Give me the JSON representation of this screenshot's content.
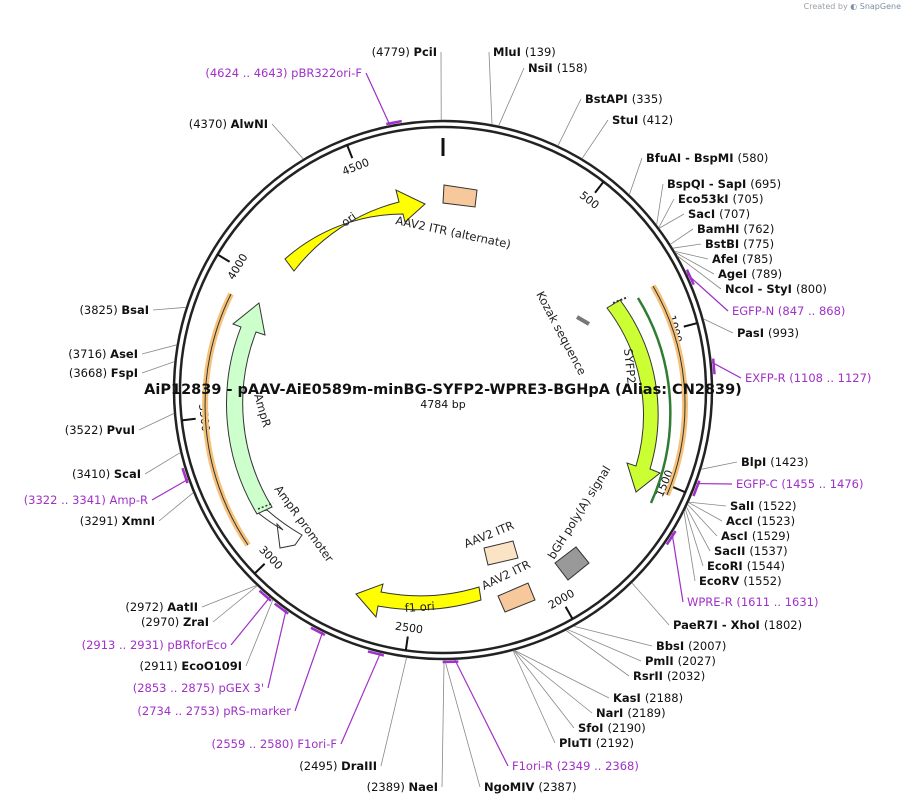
{
  "credit": {
    "prefix": "Created by",
    "brand": "SnapGene"
  },
  "plasmid": {
    "name": "AiP12839 - pAAV-AiE0589m-minBG-SYFP2-WPRE3-BGHpA (Alias: CN2839)",
    "length_label": "4784 bp",
    "length": 4784
  },
  "ruler_ticks": [
    "500",
    "1000",
    "1500",
    "2000",
    "2500",
    "3000",
    "3500",
    "4000",
    "4500"
  ],
  "enzymes": [
    {
      "name": "PciI",
      "pos": 4779,
      "pos_label": "(4779)"
    },
    {
      "name": "MluI",
      "pos": 139,
      "pos_label": "(139)"
    },
    {
      "name": "NsiI",
      "pos": 158,
      "pos_label": "(158)"
    },
    {
      "name": "BstAPI",
      "pos": 335,
      "pos_label": "(335)"
    },
    {
      "name": "StuI",
      "pos": 412,
      "pos_label": "(412)"
    },
    {
      "name": "BfuAI  -  BspMI",
      "pos": 580,
      "pos_label": "(580)"
    },
    {
      "name": "BspQI  -  SapI",
      "pos": 695,
      "pos_label": "(695)"
    },
    {
      "name": "Eco53kI",
      "pos": 705,
      "pos_label": "(705)"
    },
    {
      "name": "SacI",
      "pos": 707,
      "pos_label": "(707)"
    },
    {
      "name": "BamHI",
      "pos": 762,
      "pos_label": "(762)"
    },
    {
      "name": "BstBI",
      "pos": 775,
      "pos_label": "(775)"
    },
    {
      "name": "AfeI",
      "pos": 785,
      "pos_label": "(785)"
    },
    {
      "name": "AgeI",
      "pos": 789,
      "pos_label": "(789)"
    },
    {
      "name": "NcoI  -  StyI",
      "pos": 800,
      "pos_label": "(800)"
    },
    {
      "name": "PasI",
      "pos": 993,
      "pos_label": "(993)"
    },
    {
      "name": "BlpI",
      "pos": 1423,
      "pos_label": "(1423)"
    },
    {
      "name": "SalI",
      "pos": 1522,
      "pos_label": "(1522)"
    },
    {
      "name": "AccI",
      "pos": 1523,
      "pos_label": "(1523)"
    },
    {
      "name": "AscI",
      "pos": 1529,
      "pos_label": "(1529)"
    },
    {
      "name": "SacII",
      "pos": 1537,
      "pos_label": "(1537)"
    },
    {
      "name": "EcoRI",
      "pos": 1544,
      "pos_label": "(1544)"
    },
    {
      "name": "EcoRV",
      "pos": 1552,
      "pos_label": "(1552)"
    },
    {
      "name": "PaeR7I  -  XhoI",
      "pos": 1802,
      "pos_label": "(1802)"
    },
    {
      "name": "BbsI",
      "pos": 2007,
      "pos_label": "(2007)"
    },
    {
      "name": "PmlI",
      "pos": 2027,
      "pos_label": "(2027)"
    },
    {
      "name": "RsrII",
      "pos": 2032,
      "pos_label": "(2032)"
    },
    {
      "name": "KasI",
      "pos": 2188,
      "pos_label": "(2188)"
    },
    {
      "name": "NarI",
      "pos": 2189,
      "pos_label": "(2189)"
    },
    {
      "name": "SfoI",
      "pos": 2190,
      "pos_label": "(2190)"
    },
    {
      "name": "PluTI",
      "pos": 2192,
      "pos_label": "(2192)"
    },
    {
      "name": "NgoMIV",
      "pos": 2387,
      "pos_label": "(2387)"
    },
    {
      "name": "NaeI",
      "pos": 2389,
      "pos_label": "(2389)"
    },
    {
      "name": "DraIII",
      "pos": 2495,
      "pos_label": "(2495)"
    },
    {
      "name": "EcoO109I",
      "pos": 2911,
      "pos_label": "(2911)"
    },
    {
      "name": "ZraI",
      "pos": 2970,
      "pos_label": "(2970)"
    },
    {
      "name": "AatII",
      "pos": 2972,
      "pos_label": "(2972)"
    },
    {
      "name": "XmnI",
      "pos": 3291,
      "pos_label": "(3291)"
    },
    {
      "name": "ScaI",
      "pos": 3410,
      "pos_label": "(3410)"
    },
    {
      "name": "PvuI",
      "pos": 3522,
      "pos_label": "(3522)"
    },
    {
      "name": "FspI",
      "pos": 3668,
      "pos_label": "(3668)"
    },
    {
      "name": "AseI",
      "pos": 3716,
      "pos_label": "(3716)"
    },
    {
      "name": "BsaI",
      "pos": 3825,
      "pos_label": "(3825)"
    },
    {
      "name": "AlwNI",
      "pos": 4370,
      "pos_label": "(4370)"
    }
  ],
  "primers": [
    {
      "name": "pBR322ori-F",
      "range_label": "(4624 .. 4643)",
      "start": 4624,
      "end": 4643
    },
    {
      "name": "EGFP-N",
      "range_label": "(847 .. 868)",
      "start": 847,
      "end": 868
    },
    {
      "name": "EXFP-R",
      "range_label": "(1108 .. 1127)",
      "start": 1108,
      "end": 1127
    },
    {
      "name": "EGFP-C",
      "range_label": "(1455 .. 1476)",
      "start": 1455,
      "end": 1476
    },
    {
      "name": "WPRE-R",
      "range_label": "(1611 .. 1631)",
      "start": 1611,
      "end": 1631
    },
    {
      "name": "F1ori-R",
      "range_label": "(2349 .. 2368)",
      "start": 2349,
      "end": 2368
    },
    {
      "name": "F1ori-F",
      "range_label": "(2559 .. 2580)",
      "start": 2559,
      "end": 2580
    },
    {
      "name": "pRS-marker",
      "range_label": "(2734 .. 2753)",
      "start": 2734,
      "end": 2753
    },
    {
      "name": "pGEX 3'",
      "range_label": "(2853 .. 2875)",
      "start": 2853,
      "end": 2875
    },
    {
      "name": "pBRforEco",
      "range_label": "(2913 .. 2931)",
      "start": 2913,
      "end": 2931
    },
    {
      "name": "Amp-R",
      "range_label": "(3322 .. 3341)",
      "start": 3322,
      "end": 3341
    }
  ],
  "features": [
    {
      "name": "ori",
      "type": "arrow",
      "color": "#ffff00"
    },
    {
      "name": "AAV2 ITR (alternate)",
      "type": "box",
      "color": "#f6c89b"
    },
    {
      "name": "Kozak sequence",
      "type": "marker",
      "color": "#9a9a9a"
    },
    {
      "name": "SYFP2",
      "type": "arrow",
      "color": "#ccff33"
    },
    {
      "name": "bGH poly(A) signal",
      "type": "box",
      "color": "#999999"
    },
    {
      "name": "AAV2 ITR",
      "type": "box",
      "color": "#fbe3c6"
    },
    {
      "name": "AAV2 ITR",
      "type": "box",
      "color": "#f6c89b"
    },
    {
      "name": "f1 ori",
      "type": "arrow",
      "color": "#ffff00"
    },
    {
      "name": "AmpR promoter",
      "type": "arrow",
      "color": "#ffffff"
    },
    {
      "name": "AmpR",
      "type": "arrow",
      "color": "#ccffcc"
    }
  ],
  "colors": {
    "backbone": "#222222",
    "primer": "#a030c8",
    "orange_track": "#f6c27a",
    "green_track": "#2e7d32"
  }
}
